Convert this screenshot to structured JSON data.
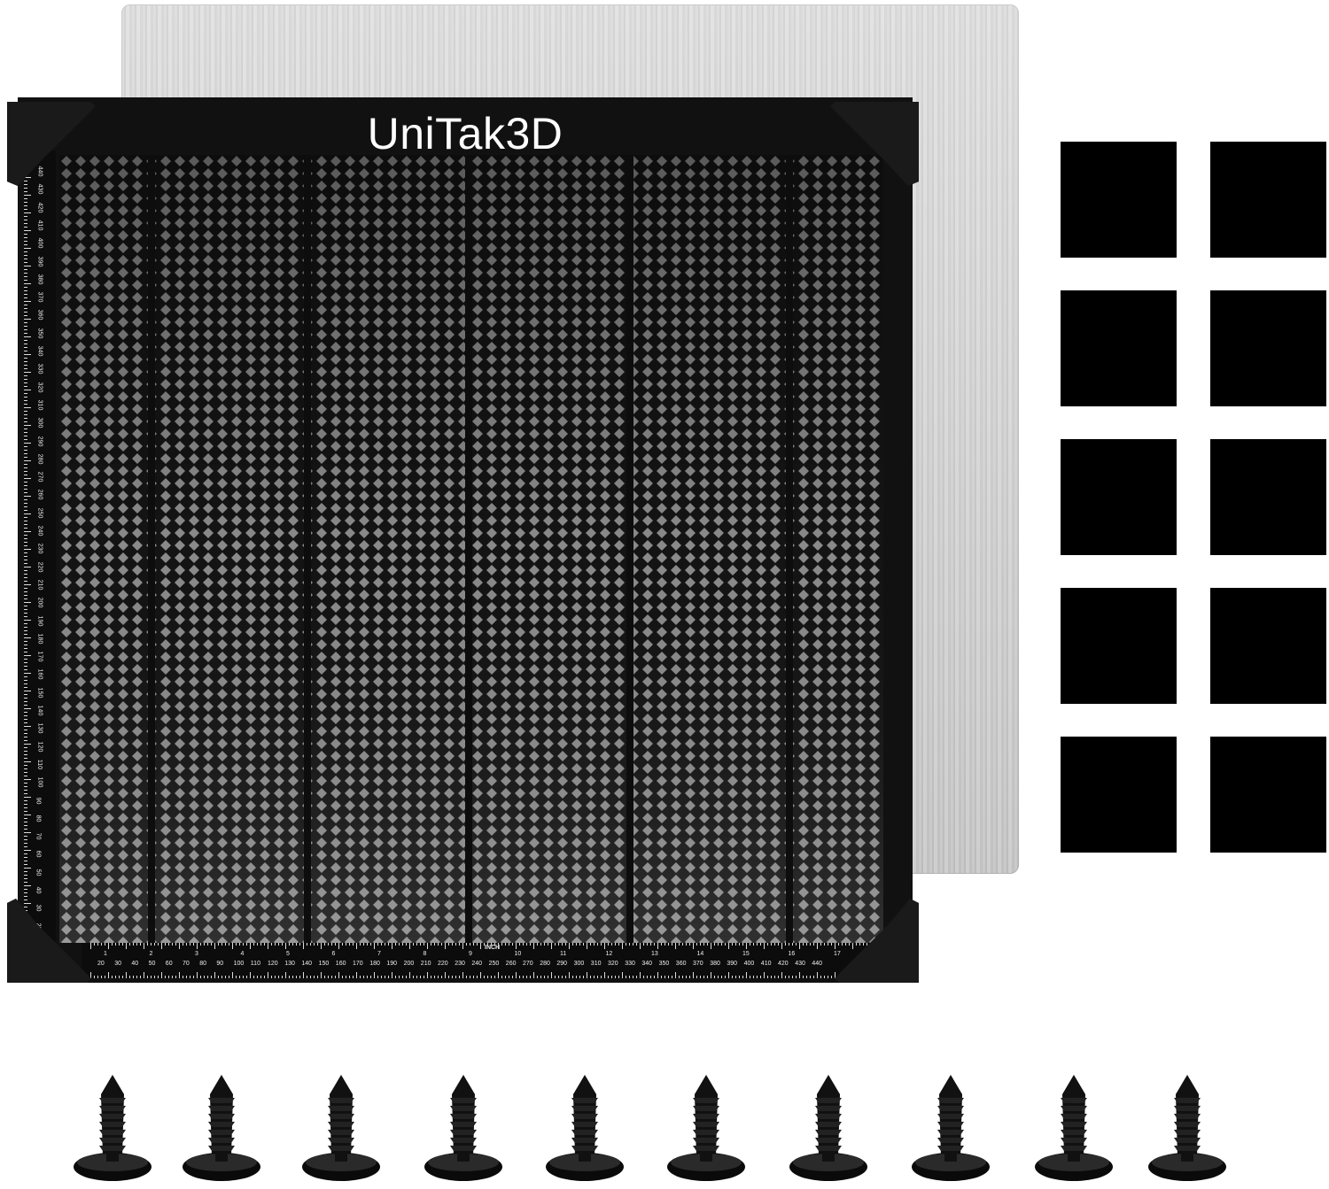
{
  "product": {
    "brand_label": "UniTak3D",
    "components": [
      "aluminum-plate",
      "honeycomb-panel",
      "adhesive-pads",
      "plastic-rivets"
    ]
  },
  "ruler": {
    "unit_label": "INCH",
    "inch_marks": [
      1,
      2,
      3,
      4,
      5,
      6,
      7,
      8,
      9,
      10,
      11,
      12,
      13,
      14,
      15,
      16,
      17
    ],
    "mm_marks": [
      20,
      30,
      40,
      50,
      60,
      70,
      80,
      90,
      100,
      110,
      120,
      130,
      140,
      150,
      160,
      170,
      180,
      190,
      200,
      210,
      220,
      230,
      240,
      250,
      260,
      270,
      280,
      290,
      300,
      310,
      320,
      330,
      340,
      350,
      360,
      370,
      380,
      390,
      400,
      410,
      420,
      430,
      440
    ]
  },
  "pads": {
    "count": 10,
    "color": "#000000"
  },
  "screws": {
    "count": 10,
    "color": "#111111"
  },
  "colors": {
    "frame": "#111111",
    "plate": "#d0d0d0",
    "mesh": "#7a7a7a"
  }
}
